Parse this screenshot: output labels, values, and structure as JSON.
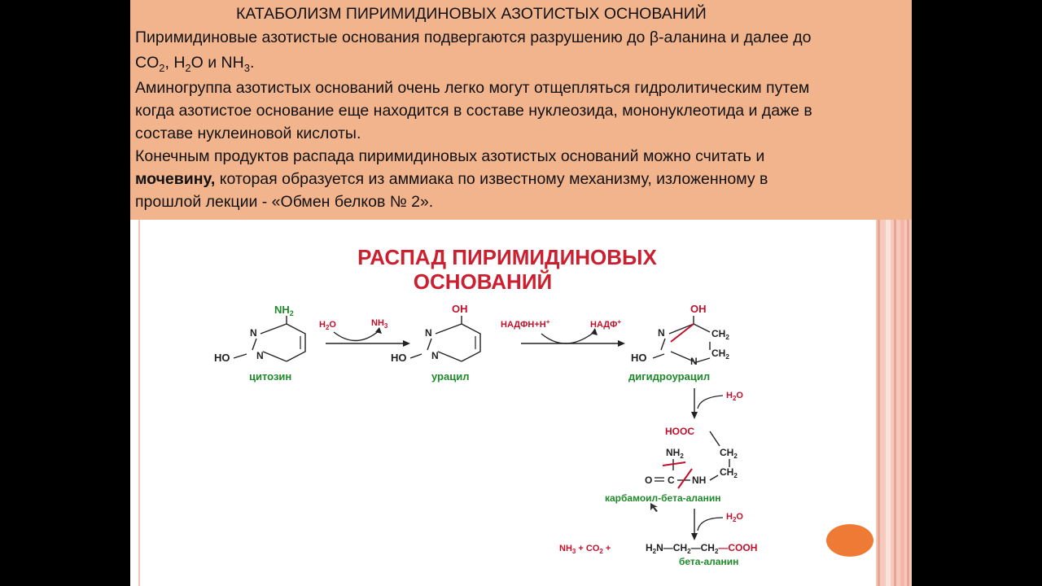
{
  "header": {
    "title": "КАТАБОЛИЗМ ПИРИМИДИНОВЫХ АЗОТИСТЫХ ОСНОВАНИЙ",
    "line1": "Пиримидиновые азотистые основания подвергаются разрушению до β-аланина и далее до",
    "line2_co": "CO",
    "line2_sub2": "2",
    "line2_h": ", H",
    "line2_sub2b": "2",
    "line2_o": "O и NH",
    "line2_sub3": "3",
    "line2_dot": ".",
    "para2_l1": "Аминогруппа азотистых оснований очень легко могут отщепляться гидролитическим путем",
    "para2_l2": "когда азотистое основание еще находится в составе нуклеозида, мононуклеотида и даже в",
    "para2_l3": "составе нуклеиновой кислоты.",
    "para3_l1": " Конечным продуктов распада пиримидиновых азотистых оснований можно считать и",
    "para3_bold": "мочевину,",
    "para3_l2": " которая образуется из аммиака по известному механизму, изложенному в",
    "para3_l3": "прошлой лекции - «Обмен белков № 2»."
  },
  "diagram": {
    "title_l1": "РАСПАД ПИРИМИДИНОВЫХ",
    "title_l2": "ОСНОВАНИЙ",
    "cytosine": {
      "name": "цитозин",
      "nh2": "NH",
      "nh2_sub": "2",
      "n_top": "N",
      "n_bottom": "N",
      "ho": "HO"
    },
    "step1": {
      "h2o": "H",
      "h2o_sub": "2",
      "h2o_o": "O",
      "nh3": "NH",
      "nh3_sub": "3"
    },
    "uracil": {
      "name": "урацил",
      "oh": "OH",
      "n_top": "N",
      "n_bottom": "N",
      "ho": "HO"
    },
    "step2": {
      "nadph": "НАДФН+Н",
      "plus": "+",
      "nadp": "НАДФ",
      "nadp_plus": "+"
    },
    "dihydrouracil": {
      "name": "дигидроурацил",
      "oh": "OH",
      "n_top": "N",
      "n_bottom": "N",
      "ho": "HO",
      "ch2_a": "CH",
      "ch2_b": "CH",
      "sub": "2"
    },
    "step3": {
      "h2o": "H",
      "h2o_sub": "2",
      "h2o_o": "O"
    },
    "carbamoyl": {
      "name": "карбамоил-бета-аланин",
      "hooc": "HOOC",
      "nh2": "NH",
      "nh2_sub": "2",
      "ch2_a": "CH",
      "ch2_b": "CH",
      "sub": "2",
      "o": "O",
      "c": "C",
      "nh": "NH"
    },
    "step4": {
      "h2o": "H",
      "h2o_sub": "2",
      "h2o_o": "O"
    },
    "products": {
      "nh3": "NH",
      "nh3_sub": "3",
      "plus1": " + CO",
      "co2_sub": "2",
      "plus2": " +",
      "h2n": "H",
      "h2n_sub": "2",
      "h2n_n": "N",
      "chain": "—CH",
      "chain_sub": "2",
      "chain2": "—CH",
      "chain2_sub": "2",
      "cooh": "—COOH",
      "name": "бета-аланин"
    }
  },
  "colors": {
    "header_bg": "#f2b48c",
    "title_red": "#cc2030",
    "name_green": "#1f8a2a",
    "reagent_red": "#c0102a",
    "accent_orange": "#ef7a35"
  }
}
